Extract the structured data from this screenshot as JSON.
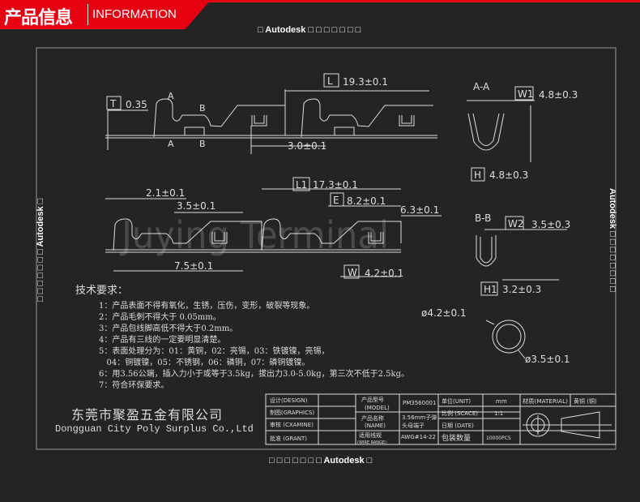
{
  "header": {
    "brand_cn": "产品信息",
    "brand_en": "INFORMATION",
    "accent": "#e60012"
  },
  "caption_top": "□ Autodesk □ □ □ □ □ □ □",
  "caption_bottom": "□ □ □ □ □ □ □ Autodesk □",
  "caption_side": "□ □ □ □ □ □ □ Autodesk □",
  "caption_side_right": "Autodesk □ □ □ □ □ □ □ □",
  "watermark": "Juying Terminal",
  "dims": {
    "t_label": "T",
    "t": "0.35",
    "l_label": "L",
    "l": "19.3±0.1",
    "pitch": "3.0±0.1",
    "sec_a": "A",
    "sec_b": "B",
    "aa": "A-A",
    "w1_label": "W1",
    "w1": "4.8±0.3",
    "h_label": "H",
    "h": "4.8±0.3",
    "d21": "2.1±0.1",
    "d35": "3.5±0.1",
    "l1_label": "L1",
    "l1": "17.3±0.1",
    "e_label": "E",
    "e": "8.2±0.1",
    "d63": "6.3±0.1",
    "d75": "7.5±0.1",
    "w_label": "W",
    "w": "4.2±0.1",
    "bb": "B-B",
    "w2_label": "W2",
    "w2": "3.5±0.3",
    "h1_label": "H1",
    "h1": "3.2±0.3",
    "dia1": "ø4.2±0.1",
    "dia2": "ø3.5±0.1"
  },
  "requirements": {
    "title": "技术要求：",
    "items": [
      "1：产品表面不得有氧化，生锈，压伤，变形，破裂等现象。",
      "2：产品毛刺不得大于 0.05mm。",
      "3：产品包线脚高低不得大于0.2mm。",
      "4：产品有三线的一定要明显清楚。",
      "5：表面处理分为：01：黄铜，02：亮锡，03：铁镀镍，亮锡，",
      "   04：铜镀镍，05：不锈钢，06：磷铜，07：磷铜镀镍。",
      "6：用3.56公端，插入力小于或等于3.5kg，拔出力3.0-5.0kg，第三次不低于2.5kg。",
      "7：符合环保要求。"
    ]
  },
  "company": {
    "cn": "东莞市聚盈五金有限公司",
    "en": "Dongguan City Poly Surplus Co.,Ltd"
  },
  "title_block": {
    "design": "设计(DESIGN)",
    "graphics": "制图(GRAPHICS)",
    "examine": "审核 (CXAMINE)",
    "grant": "批准 (GRANT)",
    "model_label": "产品型号",
    "model_label_en": "(MODEL)",
    "model": "PM3560001",
    "name_label": "产品名称",
    "name_label_en": "(NAME)",
    "name1": "3.56mm子弹",
    "name2": "头母端子",
    "wire_label": "适用线规",
    "wire_label_en": "(WIRE RANGE)",
    "wire": "AWG#14-22",
    "unit_label": "单位(UNIT)",
    "unit": "mm",
    "scale_label": "比例 (SCACE)",
    "scale": "1:1",
    "date_label": "日期 (DATE)",
    "date": "",
    "qty_label": "包装数量",
    "qty": "10000PCS",
    "material_label": "材质(MATERIAL)",
    "material": "黄铜 (铜)"
  }
}
